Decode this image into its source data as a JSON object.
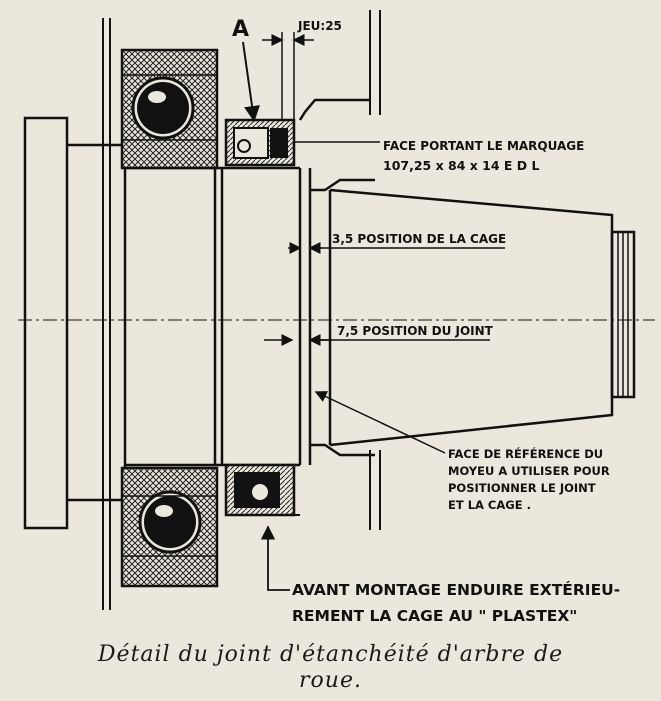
{
  "labels": {
    "marker_a": "A",
    "jeu": "JEU:25",
    "face_marquage_1": "FACE PORTANT LE MARQUAGE",
    "face_marquage_2": "107,25 x 84 x 14 E D L",
    "position_cage": "3,5 POSITION DE LA CAGE",
    "position_joint": "7,5 POSITION DU JOINT",
    "reference_1": "FACE DE RÉFÉRENCE DU",
    "reference_2": "MOYEU A UTILISER POUR",
    "reference_3": "POSITIONNER LE JOINT",
    "reference_4": "ET LA CAGE .",
    "avant_1": "AVANT MONTAGE ENDUIRE EXTÉRIEU-",
    "avant_2": "REMENT LA CAGE AU \" PLASTEX\""
  },
  "caption": {
    "line1": "Détail du joint d'étanchéité d'arbre de",
    "line2": "roue."
  }
}
